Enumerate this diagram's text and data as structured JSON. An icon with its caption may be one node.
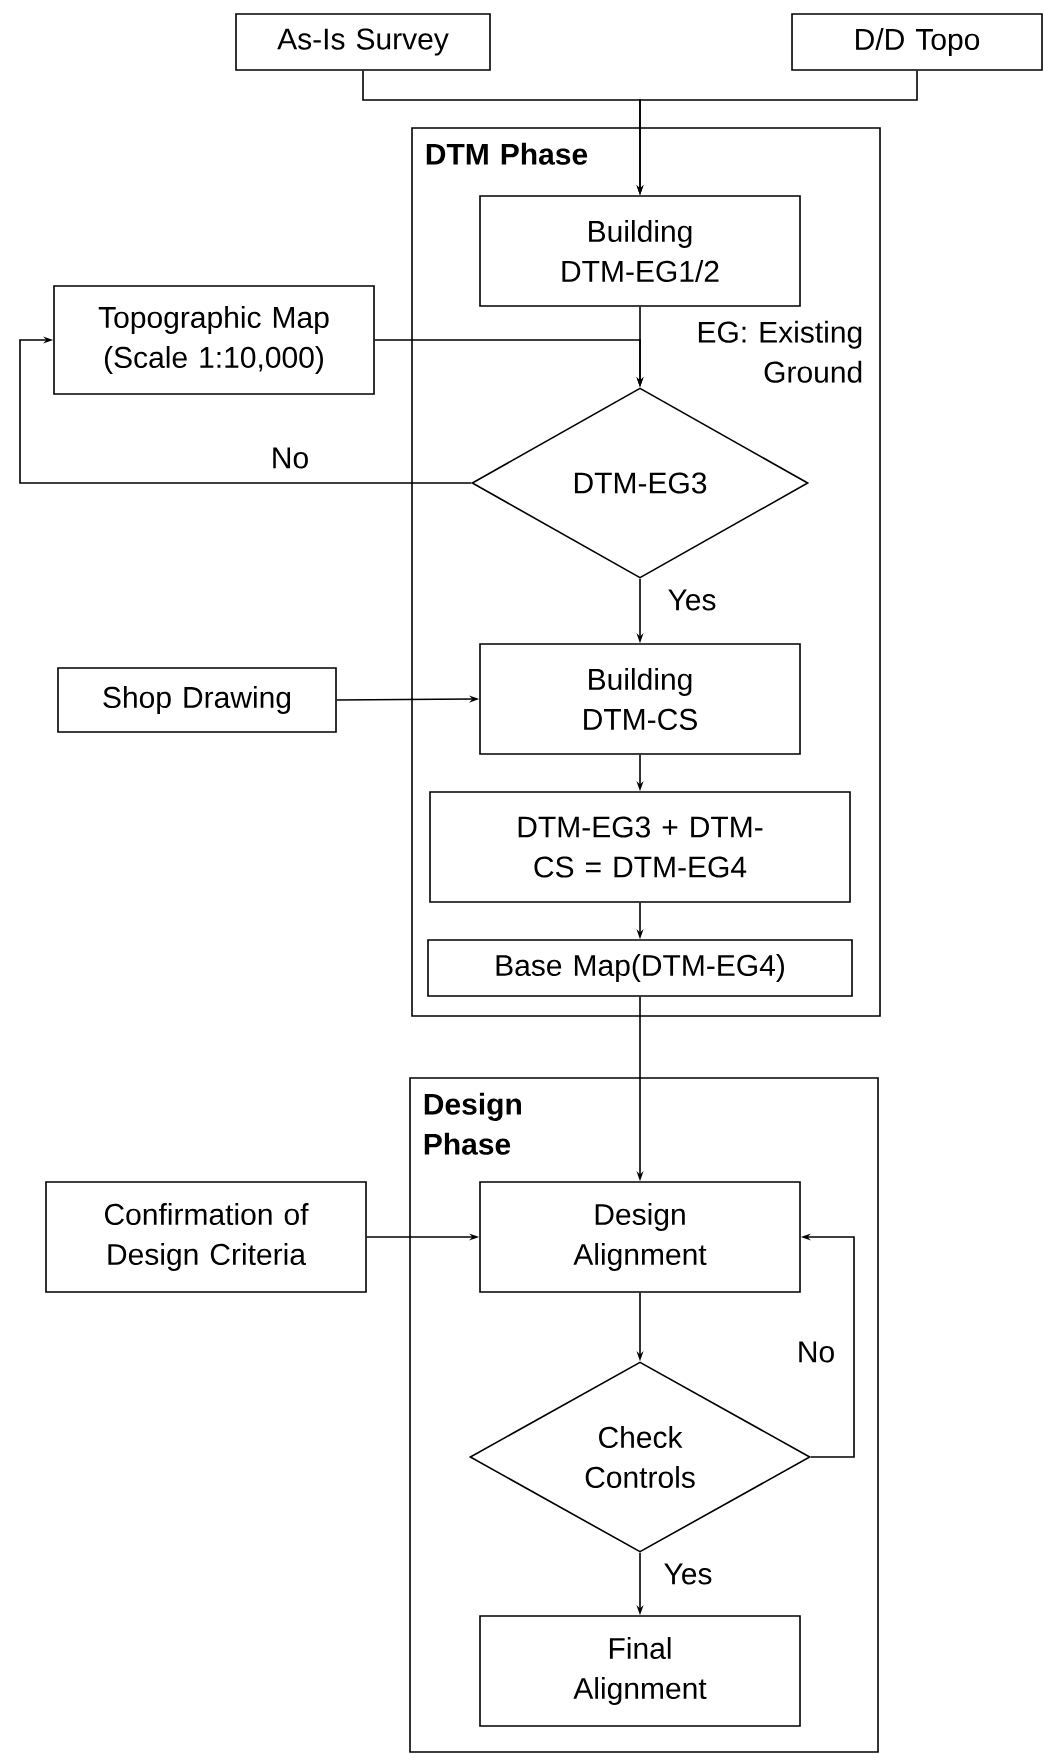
{
  "diagram": {
    "nodes": [
      {
        "text": [
          "As-Is Survey"
        ]
      },
      {
        "text": [
          "D/D Topo"
        ]
      },
      {
        "text": [
          "DTM Phase"
        ]
      },
      {
        "text": [
          "Building DTM-EG1/2"
        ],
        "in": 2
      },
      {
        "text": [
          "Topographic Map (Scale 1:10,000)"
        ]
      },
      {
        "text": [
          "DTM-EG3"
        ],
        "in": 2
      },
      {
        "text": [
          "Shop Drawing"
        ]
      },
      {
        "text": [
          "Building DTM-CS"
        ],
        "in": 2
      },
      {
        "text": [
          "DTM-EG3 + DTM-CS = DTM-EG4"
        ],
        "in": 2
      },
      {
        "text": [
          "Base Map(DTM-EG4)"
        ],
        "in": 2
      },
      {
        "text": [
          "Design Phase"
        ]
      },
      {
        "text": [
          "Confirmation of Design Criteria"
        ]
      },
      {
        "text": [
          "Design Alignment"
        ],
        "in": 10
      },
      {
        "text": [
          "Check Controls"
        ],
        "in": 10
      },
      {
        "text": [
          "Final Alignment"
        ],
        "in": 10
      }
    ],
    "edges": [
      {
        "from": 0,
        "to": 3,
        "arrow": "to"
      },
      {
        "from": 1,
        "to": 3,
        "arrow": "to"
      },
      {
        "from": 3,
        "to": 5,
        "arrow": "to"
      },
      {
        "from": 4,
        "to": 5,
        "arrow": "to"
      },
      {
        "from": 5,
        "to": 4,
        "arrow": "to",
        "label": "No"
      },
      {
        "from": 5,
        "to": 7,
        "arrow": "to",
        "label": "Yes"
      },
      {
        "from": 6,
        "to": 7,
        "arrow": "to"
      },
      {
        "from": 7,
        "to": 8,
        "arrow": "to"
      },
      {
        "from": 8,
        "to": 9,
        "arrow": "to"
      },
      {
        "from": 9,
        "to": 12,
        "arrow": "to"
      },
      {
        "from": 11,
        "to": 12,
        "arrow": "to"
      },
      {
        "from": 12,
        "to": 13,
        "arrow": "to"
      },
      {
        "from": 13,
        "to": 12,
        "arrow": "to",
        "label": "No"
      },
      {
        "from": 13,
        "to": 14,
        "arrow": "to",
        "label": "Yes"
      }
    ],
    "labels": [
      "EG: Existing Ground"
    ]
  }
}
